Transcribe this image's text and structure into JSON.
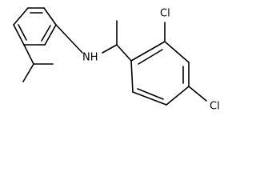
{
  "molecule": {
    "atom_labels": {
      "nh": "NH",
      "cl_top": "Cl",
      "cl_right": "Cl"
    }
  },
  "colors": {
    "bond": "#000000",
    "label": "#000000",
    "background": "#ffffff"
  }
}
